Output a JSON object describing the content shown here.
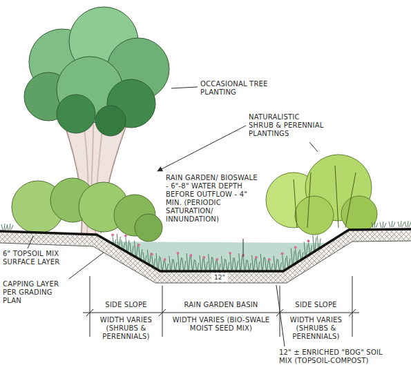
{
  "diagram": {
    "labels": [
      "OCCASIONAL TREE PLANTING",
      "NATURALISTIC SHRUB & PERENNIAL PLANTINGS",
      "RAIN GARDEN/ BIOSWALE - 6\"-8\" WATER DEPTH BEFORE OUTFLOW - 4\" MIN. (PERIODIC SATURATION/ INNUNDATION)",
      "6\" TOPSOIL MIX SURFACE LAYER",
      "CAPPING LAYER PER GRADING PLAN",
      "12\"",
      "SIDE SLOPE",
      "WIDTH VARIES (SHRUBS & PERENNIALS)",
      "RAIN GARDEN BASIN",
      "WIDTH VARIES (BIO-SWALE MOIST SEED MIX)",
      "SIDE SLOPE",
      "WIDTH VARIES (SHRUBS & PERENNIALS)",
      "12\" ± ENRICHED \"BOG\" SOIL MIX (TOPSOIL-COMPOST)"
    ]
  }
}
